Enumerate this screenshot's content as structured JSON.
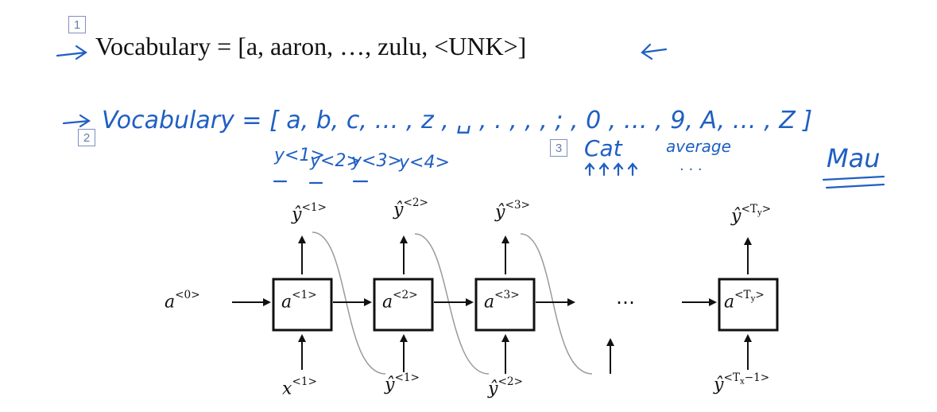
{
  "slide_numbers": [
    "1",
    "2",
    "3"
  ],
  "vocab_line": "Vocabulary = [a, aaron, …, zulu, <UNK>]",
  "handwritten": {
    "vocab_line": "Vocabulary = [ a, b, c, … , z , ␣ , . , , , ; , 0 , … , 9, A, … , Z ]",
    "y_labels": [
      "y<1>",
      "y<2>",
      "y<3>",
      "y<4>"
    ],
    "cat": "Cat",
    "average": "average",
    "dots": ". . .",
    "mau": "Mau"
  },
  "diagram": {
    "a0": {
      "base": "a",
      "sup": "<0>"
    },
    "cells": [
      {
        "base": "a",
        "sup": "<1>"
      },
      {
        "base": "a",
        "sup": "<2>"
      },
      {
        "base": "a",
        "sup": "<3>"
      },
      {
        "base": "a",
        "sup_pre": "<T",
        "sup_sub": "y",
        "sup_post": ">"
      }
    ],
    "outputs": [
      {
        "base": "ŷ",
        "sup": "<1>"
      },
      {
        "base": "ŷ",
        "sup": "<2>"
      },
      {
        "base": "ŷ",
        "sup": "<3>"
      },
      {
        "base": "ŷ",
        "sup_pre": "<T",
        "sup_sub": "y",
        "sup_post": ">"
      }
    ],
    "inputs": [
      {
        "base": "x",
        "sup": "<1>"
      },
      {
        "base": "ŷ",
        "sup": "<1>"
      },
      {
        "base": "ŷ",
        "sup": "<2>"
      },
      {
        "base": "ŷ",
        "sup_pre": "<T",
        "sup_sub": "x",
        "sup_post": "−1>"
      }
    ],
    "ellipsis": "⋯"
  },
  "colors": {
    "ink_blue": "#1f5fc2",
    "label_border": "#7f8fc2",
    "black": "#111111",
    "feedback_line": "#9a9a9a"
  }
}
